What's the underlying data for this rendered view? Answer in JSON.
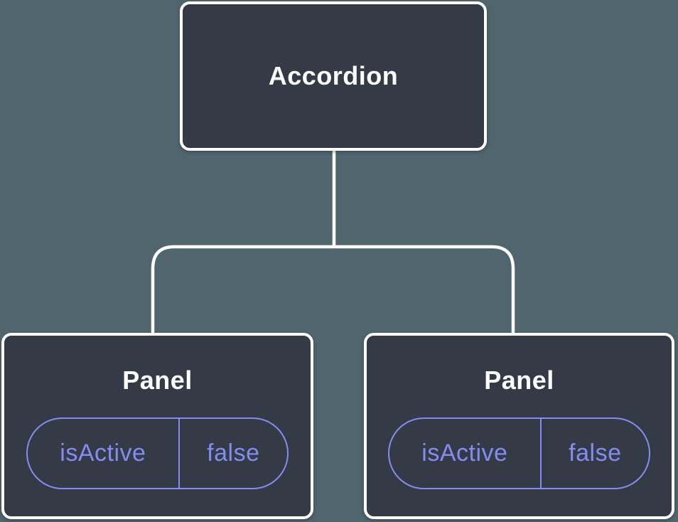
{
  "tree": {
    "root": {
      "label": "Accordion"
    },
    "children": [
      {
        "label": "Panel",
        "prop": {
          "name": "isActive",
          "value": "false"
        }
      },
      {
        "label": "Panel",
        "prop": {
          "name": "isActive",
          "value": "false"
        }
      }
    ]
  },
  "colors": {
    "background": "#50656D",
    "node_fill": "#343A46",
    "node_border": "#FFFFFF",
    "accent_purple": "#858CF0",
    "label_text": "#FFFFFF",
    "connector": "#FFFFFF"
  }
}
